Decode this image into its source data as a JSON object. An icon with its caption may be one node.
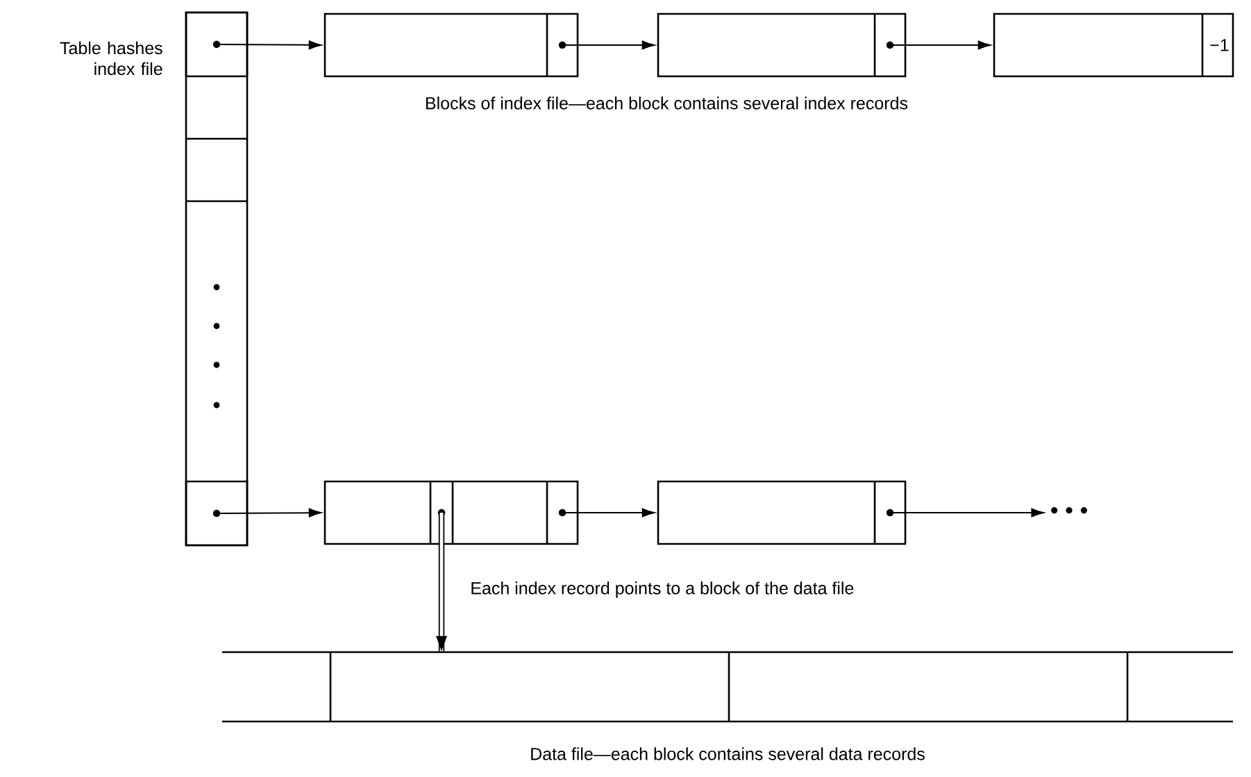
{
  "diagram": {
    "nodes": [
      {
        "text": [],
        "shape": "box",
        "beside": [
          "Table hashes index file"
        ]
      },
      {
        "text": [],
        "shape": "box",
        "in": 0
      },
      {
        "text": [],
        "shape": "box",
        "in": 0
      },
      {
        "text": [],
        "shape": "box"
      },
      {
        "text": [],
        "shape": "box"
      },
      {
        "text": [
          "−1"
        ]
      },
      {
        "text": [],
        "shape": "box"
      },
      {
        "text": [],
        "shape": "box"
      },
      {
        "text": [
          "• • •"
        ]
      },
      {
        "text": [],
        "shape": "box",
        "beside": [
          "Data file—each block contains several data records"
        ]
      }
    ],
    "edges": [
      {
        "from": 1,
        "to": 3,
        "arrow": "to"
      },
      {
        "from": 3,
        "to": 4,
        "arrow": "to"
      },
      {
        "from": 4,
        "to": 5,
        "arrow": "to"
      },
      {
        "from": 2,
        "to": 6,
        "arrow": "to"
      },
      {
        "from": 6,
        "to": 7,
        "arrow": "to"
      },
      {
        "from": 7,
        "to": 8,
        "arrow": "to"
      },
      {
        "from": 6,
        "to": 9,
        "arrow": "to",
        "style": "thick"
      }
    ],
    "labels": [
      "Blocks of index file—each block contains several index records",
      "Each index record points to a block of the data file"
    ]
  }
}
